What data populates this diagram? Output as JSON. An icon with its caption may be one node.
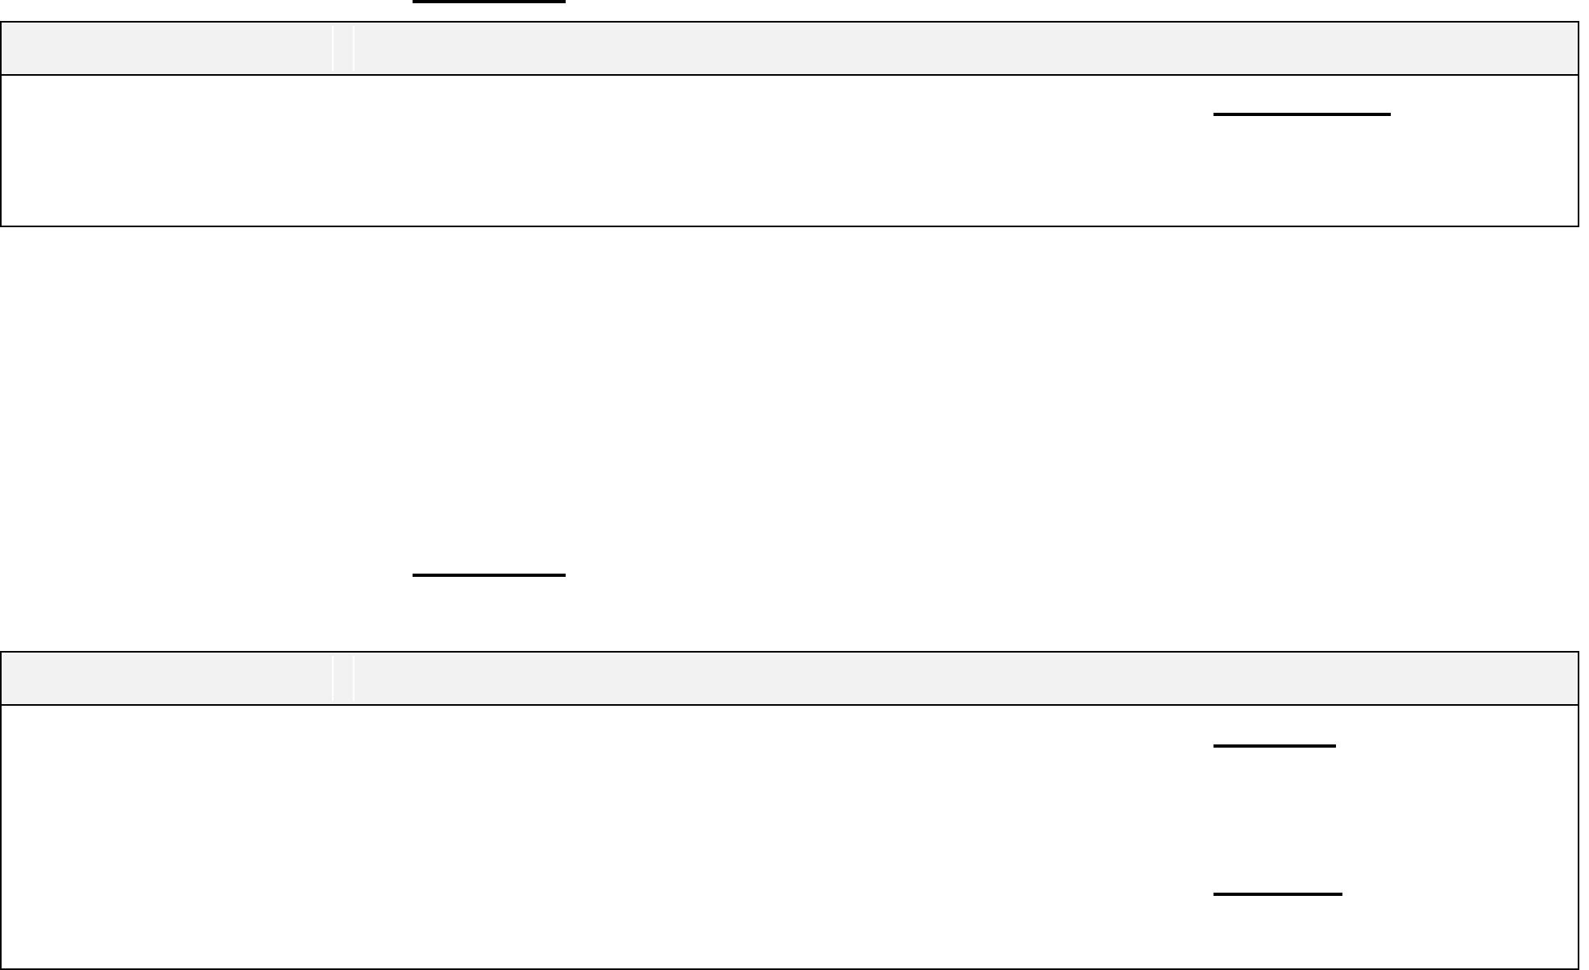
{
  "diagram": {
    "nodes": [
      {
        "text": [],
        "shape": "box"
      },
      {
        "text": [],
        "shape": "bar",
        "in": 0
      },
      {
        "text": [],
        "shape": "box"
      },
      {
        "text": [],
        "shape": "bar",
        "in": 2
      }
    ]
  }
}
